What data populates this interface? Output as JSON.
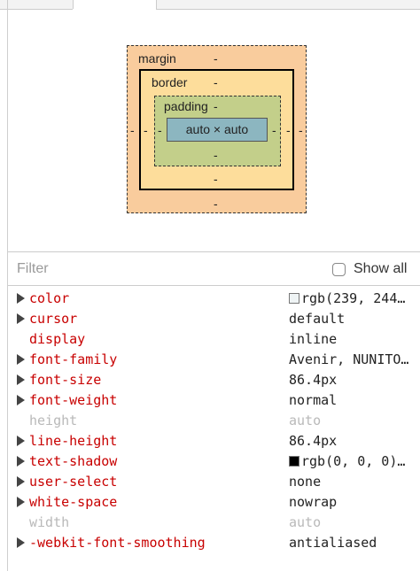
{
  "box_model": {
    "margin_label": "margin",
    "border_label": "border",
    "padding_label": "padding",
    "dash": "-",
    "content_label": "auto × auto"
  },
  "filter": {
    "placeholder": "Filter",
    "show_all_label": "Show all"
  },
  "properties": [
    {
      "name": "color",
      "value": "rgb(239, 244…",
      "swatch": "#eff4f5"
    },
    {
      "name": "cursor",
      "value": "default"
    },
    {
      "name": "display",
      "value": "inline"
    },
    {
      "name": "font-family",
      "value": "Avenir, NUNITO…"
    },
    {
      "name": "font-size",
      "value": "86.4px"
    },
    {
      "name": "font-weight",
      "value": "normal"
    },
    {
      "name": "height",
      "value": "auto"
    },
    {
      "name": "line-height",
      "value": "86.4px"
    },
    {
      "name": "text-shadow",
      "value": "rgb(0, 0, 0)…",
      "swatch": "#000000"
    },
    {
      "name": "user-select",
      "value": "none"
    },
    {
      "name": "white-space",
      "value": "nowrap"
    },
    {
      "name": "width",
      "value": "auto"
    },
    {
      "name": "-webkit-font-smoothing",
      "value": "antialiased"
    }
  ],
  "colors": {
    "property_name": "#c80000",
    "margin_fill": "#f9cc9d",
    "border_fill": "#fddd9b",
    "padding_fill": "#c3cf8a",
    "content_fill": "#8cb6c0"
  }
}
